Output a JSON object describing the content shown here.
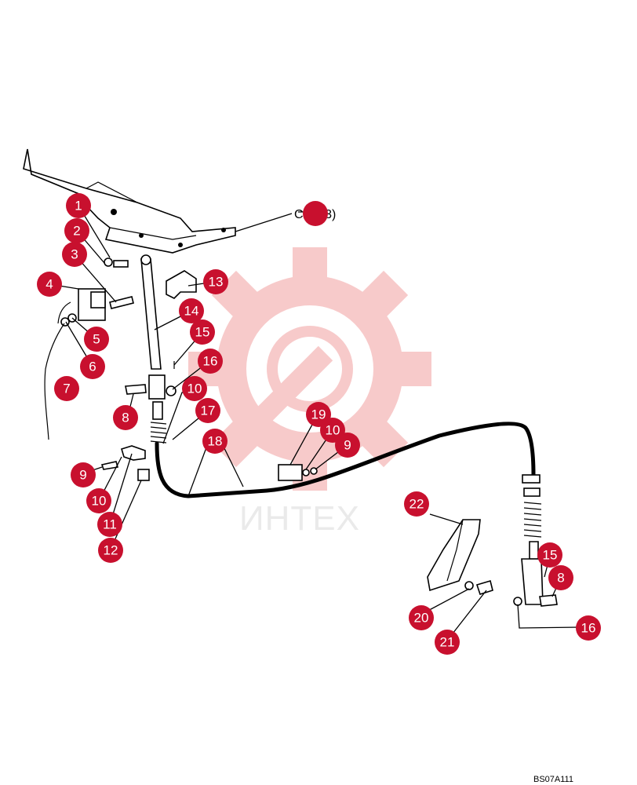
{
  "diagram": {
    "reference_label": "C.35(3)",
    "drawing_code": "BS07A111",
    "watermark_text": "ИНТЕХ",
    "accent_color": "#c8102e",
    "callouts": [
      "1",
      "2",
      "3",
      "4",
      "5",
      "6",
      "7",
      "8",
      "9",
      "10",
      "11",
      "12",
      "13",
      "14",
      "15",
      "16",
      "10",
      "17",
      "18",
      "19",
      "10",
      "9",
      "22",
      "15",
      "8",
      "16",
      "20",
      "21"
    ]
  }
}
